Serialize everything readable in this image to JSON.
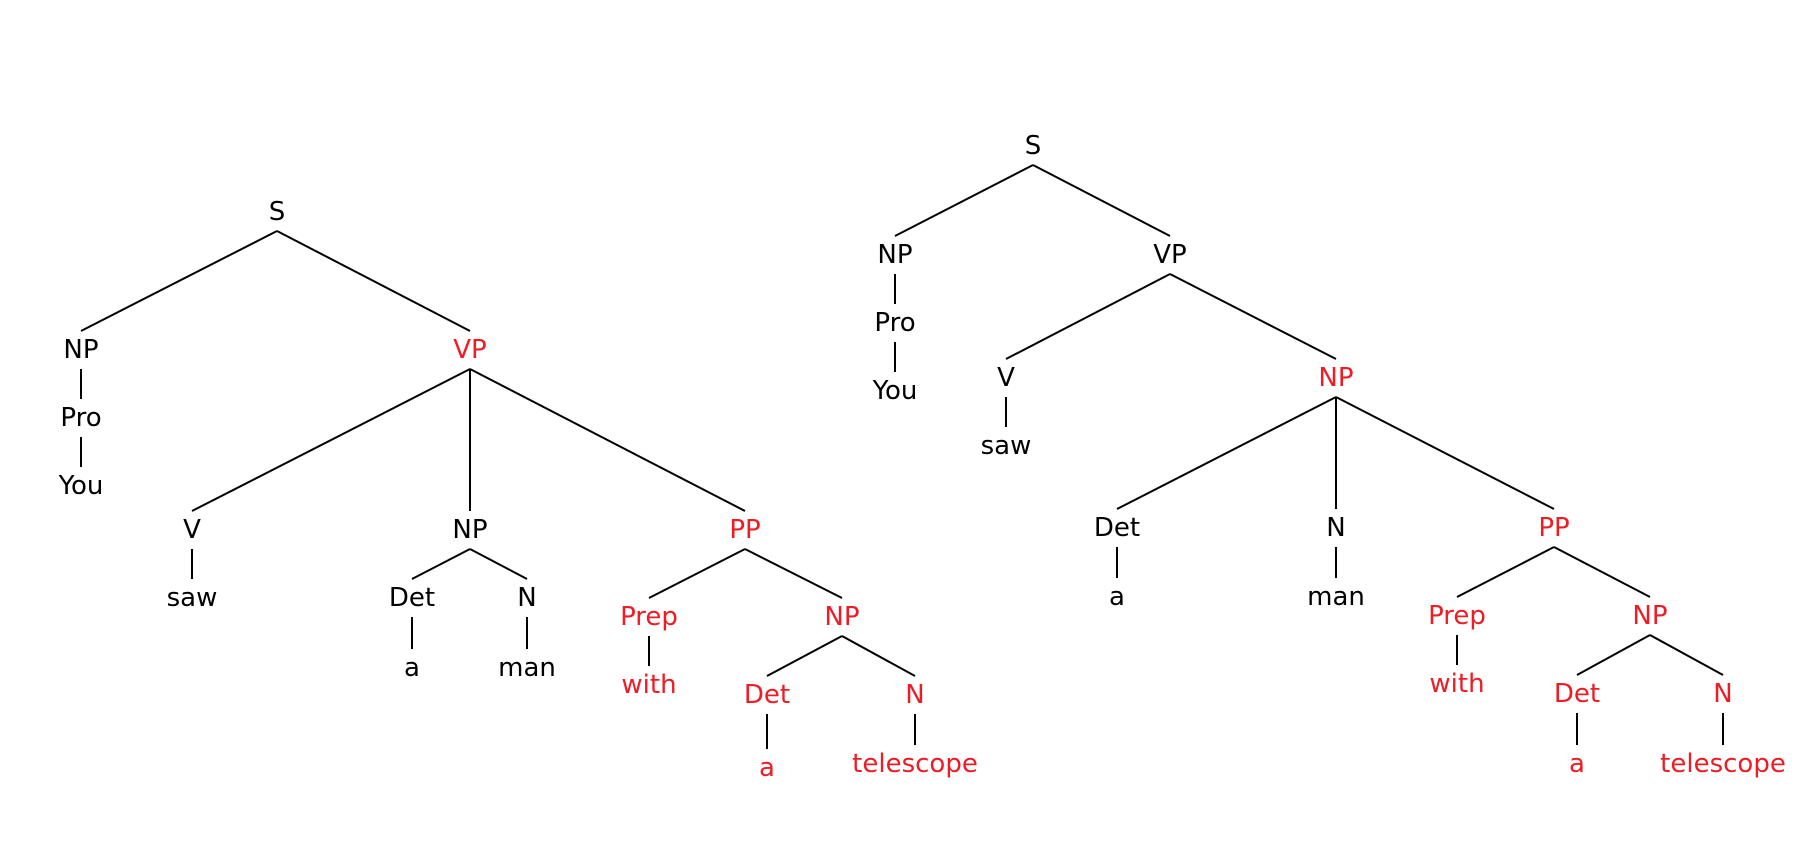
{
  "colors": {
    "default": "#000000",
    "highlight": "#ee1c25"
  },
  "trees": [
    {
      "name": "left-tree",
      "nodes": [
        {
          "id": "s",
          "label": "S",
          "highlight": false
        },
        {
          "id": "np1",
          "label": "NP",
          "highlight": false
        },
        {
          "id": "pro",
          "label": "Pro",
          "highlight": false
        },
        {
          "id": "you",
          "label": "You",
          "highlight": false
        },
        {
          "id": "vp",
          "label": "VP",
          "highlight": true
        },
        {
          "id": "v",
          "label": "V",
          "highlight": false
        },
        {
          "id": "saw",
          "label": "saw",
          "highlight": false
        },
        {
          "id": "np2",
          "label": "NP",
          "highlight": false
        },
        {
          "id": "det1",
          "label": "Det",
          "highlight": false
        },
        {
          "id": "a1",
          "label": "a",
          "highlight": false
        },
        {
          "id": "n1",
          "label": "N",
          "highlight": false
        },
        {
          "id": "man",
          "label": "man",
          "highlight": false
        },
        {
          "id": "pp",
          "label": "PP",
          "highlight": true
        },
        {
          "id": "prep",
          "label": "Prep",
          "highlight": true
        },
        {
          "id": "with",
          "label": "with",
          "highlight": true
        },
        {
          "id": "np3",
          "label": "NP",
          "highlight": true
        },
        {
          "id": "det2",
          "label": "Det",
          "highlight": true
        },
        {
          "id": "a2",
          "label": "a",
          "highlight": true
        },
        {
          "id": "n2",
          "label": "N",
          "highlight": true
        },
        {
          "id": "telescope",
          "label": "telescope",
          "highlight": true
        }
      ],
      "edges": [
        [
          "s",
          "np1"
        ],
        [
          "s",
          "vp"
        ],
        [
          "np1",
          "pro"
        ],
        [
          "pro",
          "you"
        ],
        [
          "vp",
          "v"
        ],
        [
          "vp",
          "np2"
        ],
        [
          "vp",
          "pp"
        ],
        [
          "v",
          "saw"
        ],
        [
          "np2",
          "det1"
        ],
        [
          "np2",
          "n1"
        ],
        [
          "det1",
          "a1"
        ],
        [
          "n1",
          "man"
        ],
        [
          "pp",
          "prep"
        ],
        [
          "pp",
          "np3"
        ],
        [
          "prep",
          "with"
        ],
        [
          "np3",
          "det2"
        ],
        [
          "np3",
          "n2"
        ],
        [
          "det2",
          "a2"
        ],
        [
          "n2",
          "telescope"
        ]
      ]
    },
    {
      "name": "right-tree",
      "nodes": [
        {
          "id": "s",
          "label": "S",
          "highlight": false
        },
        {
          "id": "np1",
          "label": "NP",
          "highlight": false
        },
        {
          "id": "pro",
          "label": "Pro",
          "highlight": false
        },
        {
          "id": "you",
          "label": "You",
          "highlight": false
        },
        {
          "id": "vp",
          "label": "VP",
          "highlight": false
        },
        {
          "id": "v",
          "label": "V",
          "highlight": false
        },
        {
          "id": "saw",
          "label": "saw",
          "highlight": false
        },
        {
          "id": "np2",
          "label": "NP",
          "highlight": true
        },
        {
          "id": "det1",
          "label": "Det",
          "highlight": false
        },
        {
          "id": "a1",
          "label": "a",
          "highlight": false
        },
        {
          "id": "n1",
          "label": "N",
          "highlight": false
        },
        {
          "id": "man",
          "label": "man",
          "highlight": false
        },
        {
          "id": "pp",
          "label": "PP",
          "highlight": true
        },
        {
          "id": "prep",
          "label": "Prep",
          "highlight": true
        },
        {
          "id": "with",
          "label": "with",
          "highlight": true
        },
        {
          "id": "np3",
          "label": "NP",
          "highlight": true
        },
        {
          "id": "det2",
          "label": "Det",
          "highlight": true
        },
        {
          "id": "a2",
          "label": "a",
          "highlight": true
        },
        {
          "id": "n2",
          "label": "N",
          "highlight": true
        },
        {
          "id": "telescope",
          "label": "telescope",
          "highlight": true
        }
      ],
      "edges": [
        [
          "s",
          "np1"
        ],
        [
          "s",
          "vp"
        ],
        [
          "np1",
          "pro"
        ],
        [
          "pro",
          "you"
        ],
        [
          "vp",
          "v"
        ],
        [
          "vp",
          "np2"
        ],
        [
          "v",
          "saw"
        ],
        [
          "np2",
          "det1"
        ],
        [
          "np2",
          "n1"
        ],
        [
          "np2",
          "pp"
        ],
        [
          "det1",
          "a1"
        ],
        [
          "n1",
          "man"
        ],
        [
          "pp",
          "prep"
        ],
        [
          "pp",
          "np3"
        ],
        [
          "prep",
          "with"
        ],
        [
          "np3",
          "det2"
        ],
        [
          "np3",
          "n2"
        ],
        [
          "det2",
          "a2"
        ],
        [
          "n2",
          "telescope"
        ]
      ]
    }
  ]
}
